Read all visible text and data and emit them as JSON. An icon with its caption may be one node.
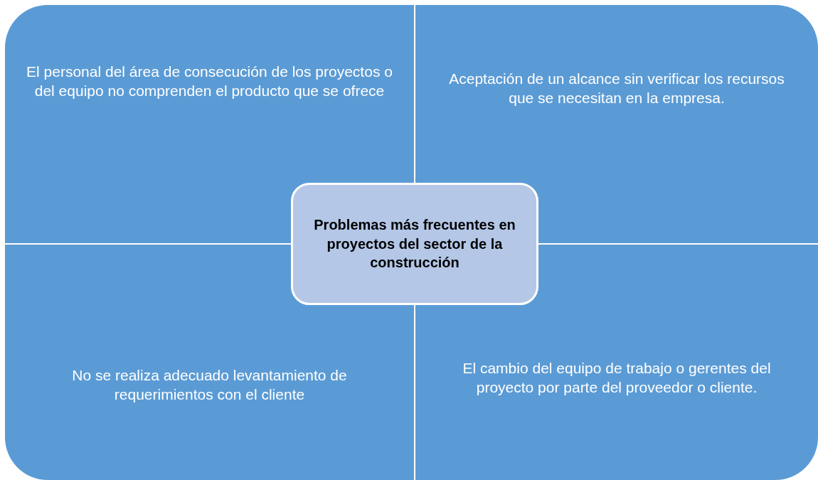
{
  "diagram": {
    "nodes": [
      {
        "text": [
          "El personal del área de consecución de los proyectos o del equipo no comprenden el producto que se ofrece"
        ]
      },
      {
        "text": [
          "Aceptación de un alcance sin verificar los recursos que se necesitan en la empresa."
        ]
      },
      {
        "text": [
          "Problemas más frecuentes en proyectos del sector de la construcción"
        ]
      },
      {
        "text": [
          "No se realiza adecuado levantamiento de requerimientos con el cliente"
        ]
      },
      {
        "text": [
          "El cambio del equipo de trabajo o gerentes del proyecto por parte del proveedor o cliente."
        ]
      }
    ]
  }
}
